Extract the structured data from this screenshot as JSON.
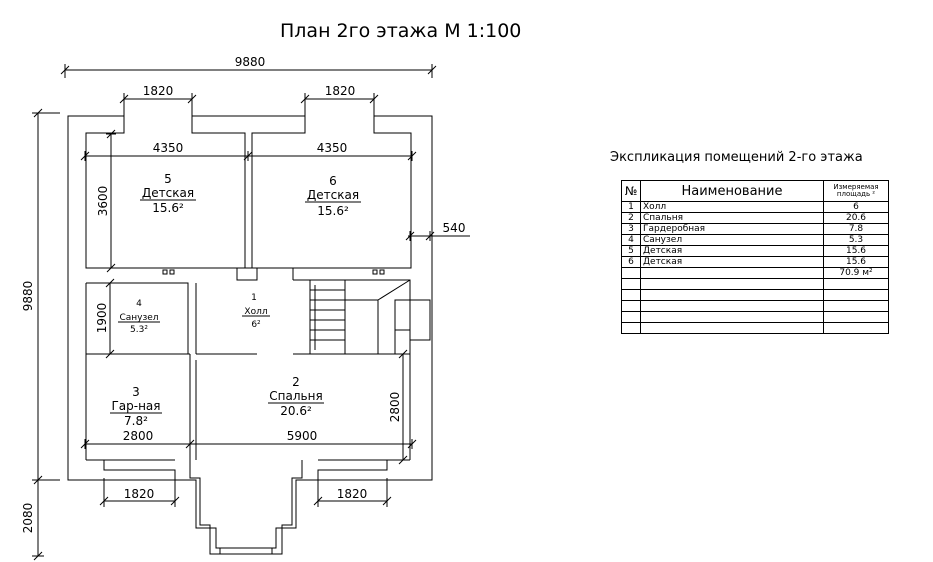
{
  "title": "План 2го этажа  М 1:100",
  "dimensions": {
    "total_width": "9880",
    "total_height": "9880",
    "window_top_left": "1820",
    "window_top_right": "1820",
    "room5_width": "4350",
    "room6_width": "4350",
    "room5_height": "3600",
    "wall_540": "540",
    "room4_height": "1900",
    "room3_width": "2800",
    "room2_width": "5900",
    "room2_height": "2800",
    "window_bottom_left": "1820",
    "window_bottom_right": "1820",
    "balcony_depth": "2080"
  },
  "rooms": [
    {
      "num": "5",
      "name": "Детская",
      "area": "15.6²"
    },
    {
      "num": "6",
      "name": "Детская",
      "area": "15.6²"
    },
    {
      "num": "4",
      "name": "Санузел",
      "area": "5.3²"
    },
    {
      "num": "1",
      "name": "Холл",
      "area": "6²"
    },
    {
      "num": "3",
      "name": "Гар-ная",
      "area": "7.8²"
    },
    {
      "num": "2",
      "name": "Спальня",
      "area": "20.6²"
    }
  ],
  "explication": {
    "title": "Экспликация помещений 2-го этажа",
    "col_num": "№",
    "col_name": "Наименование",
    "col_area": "Измеряемая площадь ²",
    "rows": [
      {
        "num": "1",
        "name": "Холл",
        "area": "6"
      },
      {
        "num": "2",
        "name": "Спальня",
        "area": "20.6"
      },
      {
        "num": "3",
        "name": "Гардеробная",
        "area": "7.8"
      },
      {
        "num": "4",
        "name": "Санузел",
        "area": "5.3"
      },
      {
        "num": "5",
        "name": "Детская",
        "area": "15.6"
      },
      {
        "num": "6",
        "name": "Детская",
        "area": "15.6"
      }
    ],
    "total": "70.9 м²"
  }
}
